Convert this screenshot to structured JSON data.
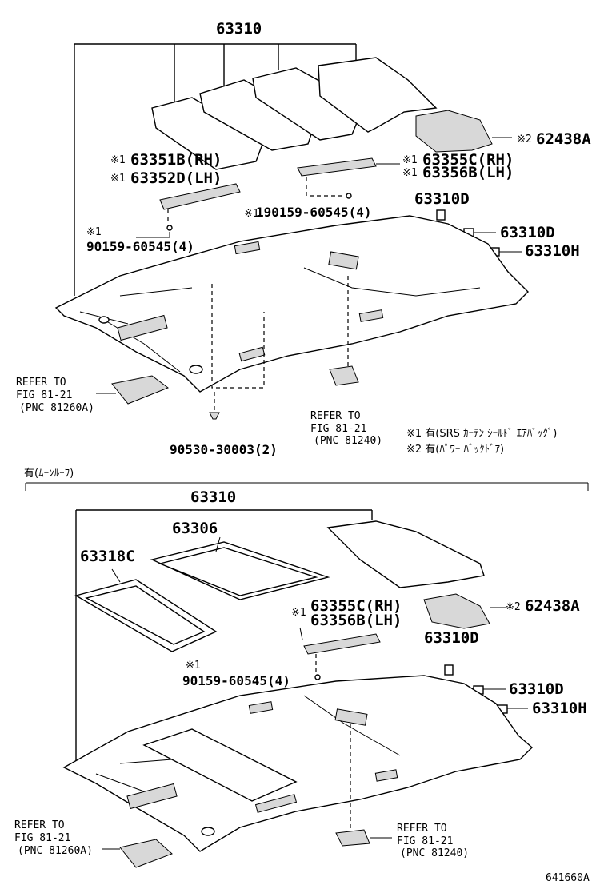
{
  "upper": {
    "headliner_part": "63310",
    "bracket_rh1": "63351B(RH)",
    "bracket_lh1": "63352D(LH)",
    "bracket_rh2": "63355C(RH)",
    "bracket_lh2": "63356B(LH)",
    "screw_right": "190159-60545(4)",
    "screw_left_prefix": "※1",
    "screw_left": "90159-60545(4)",
    "mat": "62438A",
    "clip_d1": "63310D",
    "clip_d2": "63310D",
    "clip_h": "63310H",
    "ref_left_1": "REFER TO",
    "ref_left_2": "FIG 81-21",
    "ref_left_3": "(PNC 81260A)",
    "ref_center_1": "REFER TO",
    "ref_center_2": "FIG 81-21",
    "ref_center_3": "(PNC 81240)",
    "fastener": "90530-30003(2)",
    "note1": "※1 有(SRS ｶｰﾃﾝ ｼｰﾙﾄﾞ ｴｱﾊﾞｯｸﾞ)",
    "note2": "※2 有(ﾊﾟﾜｰ ﾊﾞｯｸﾄﾞｱ)"
  },
  "mark1": "※1",
  "mark2": "※2",
  "section_label": "有(ﾑｰﾝﾙｰﾌ)",
  "lower": {
    "headliner_part": "63310",
    "sunshade": "63306",
    "weatherstrip": "63318C",
    "bracket_rh": "63355C(RH)",
    "bracket_lh": "63356B(LH)",
    "screw_prefix": "※1",
    "screw": "90159-60545(4)",
    "mat": "62438A",
    "clip_d1": "63310D",
    "clip_d2": "63310D",
    "clip_h": "63310H",
    "ref_left_1": "REFER TO",
    "ref_left_2": "FIG 81-21",
    "ref_left_3": "(PNC 81260A)",
    "ref_right_1": "REFER TO",
    "ref_right_2": "FIG 81-21",
    "ref_right_3": "(PNC 81240)"
  },
  "figure_id": "641660A"
}
